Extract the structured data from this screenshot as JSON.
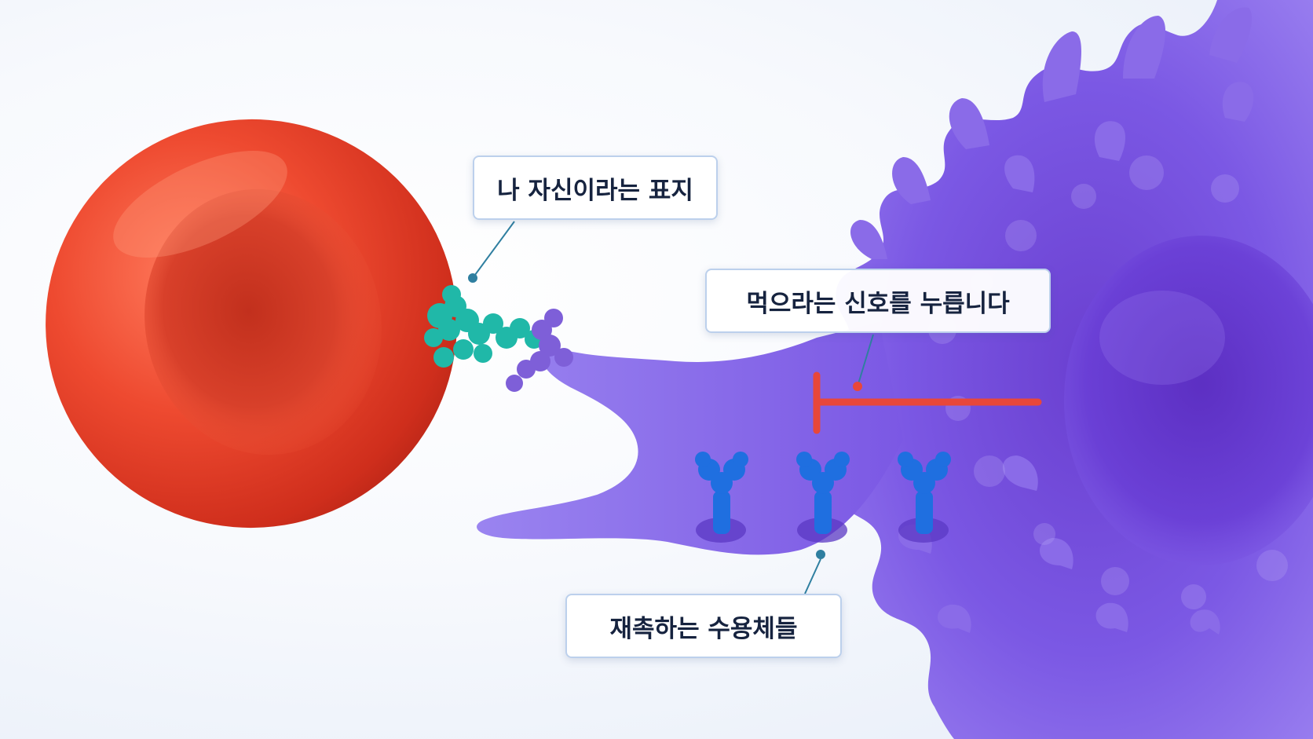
{
  "labels": {
    "self_marker": "나 자신이라는 표지",
    "inhibit_signal": "먹으라는 신호를 누릅니다",
    "receptors": "재촉하는 수용체들"
  },
  "colors": {
    "red_blood_cell": "#e8422c",
    "self_marker_protein": "#1fb5a6",
    "macrophage": "#7a55e0",
    "receptor": "#1f6fe0",
    "inhibition_bar": "#e8473a",
    "leader_line": "#2f7fa0",
    "label_border": "#bcd0ec"
  }
}
